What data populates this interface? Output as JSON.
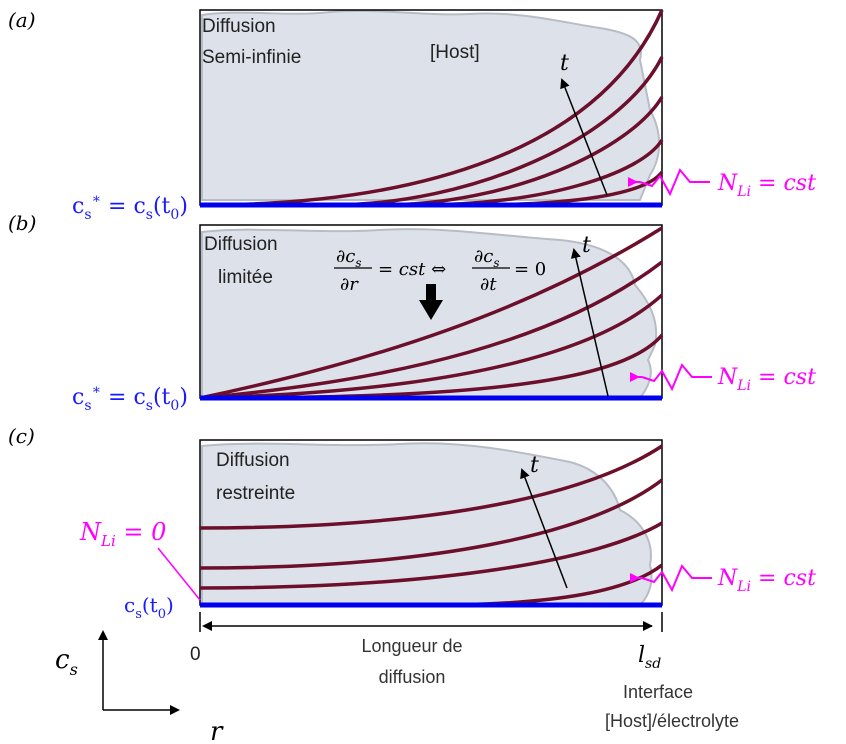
{
  "panels": [
    {
      "tag": "(a)",
      "title_line1": "Diffusion",
      "title_line2": "Semi-infinie",
      "host_label": "[Host]",
      "time_label": "t",
      "left_cond": "c*s = cs(t0)",
      "right_cond": "NLi = cst"
    },
    {
      "tag": "(b)",
      "title_line1": "Diffusion",
      "title_line2": "limitée",
      "equation": "∂cs/∂r = cst ⇔ ∂cs/∂t = 0",
      "time_label": "t",
      "left_cond": "c*s = cs(t0)",
      "right_cond": "NLi = cst"
    },
    {
      "tag": "(c)",
      "title_line1": "Diffusion",
      "title_line2": "restreinte",
      "time_label": "t",
      "left_cond": "cs(t0)",
      "left_flux": "NLi = 0",
      "right_cond": "NLi = cst"
    }
  ],
  "axis": {
    "y_label": "cs",
    "x_label": "r",
    "origin_label": "0",
    "end_label": "lsd",
    "length_line1": "Longueur de",
    "length_line2": "diffusion",
    "interface_line1": "Interface",
    "interface_line2": "[Host]/électrolyte"
  },
  "colors": {
    "curve": "#6b0f2a",
    "baseline": "#0000ee",
    "flux": "#ff00ff",
    "host": "#dde1ea"
  }
}
